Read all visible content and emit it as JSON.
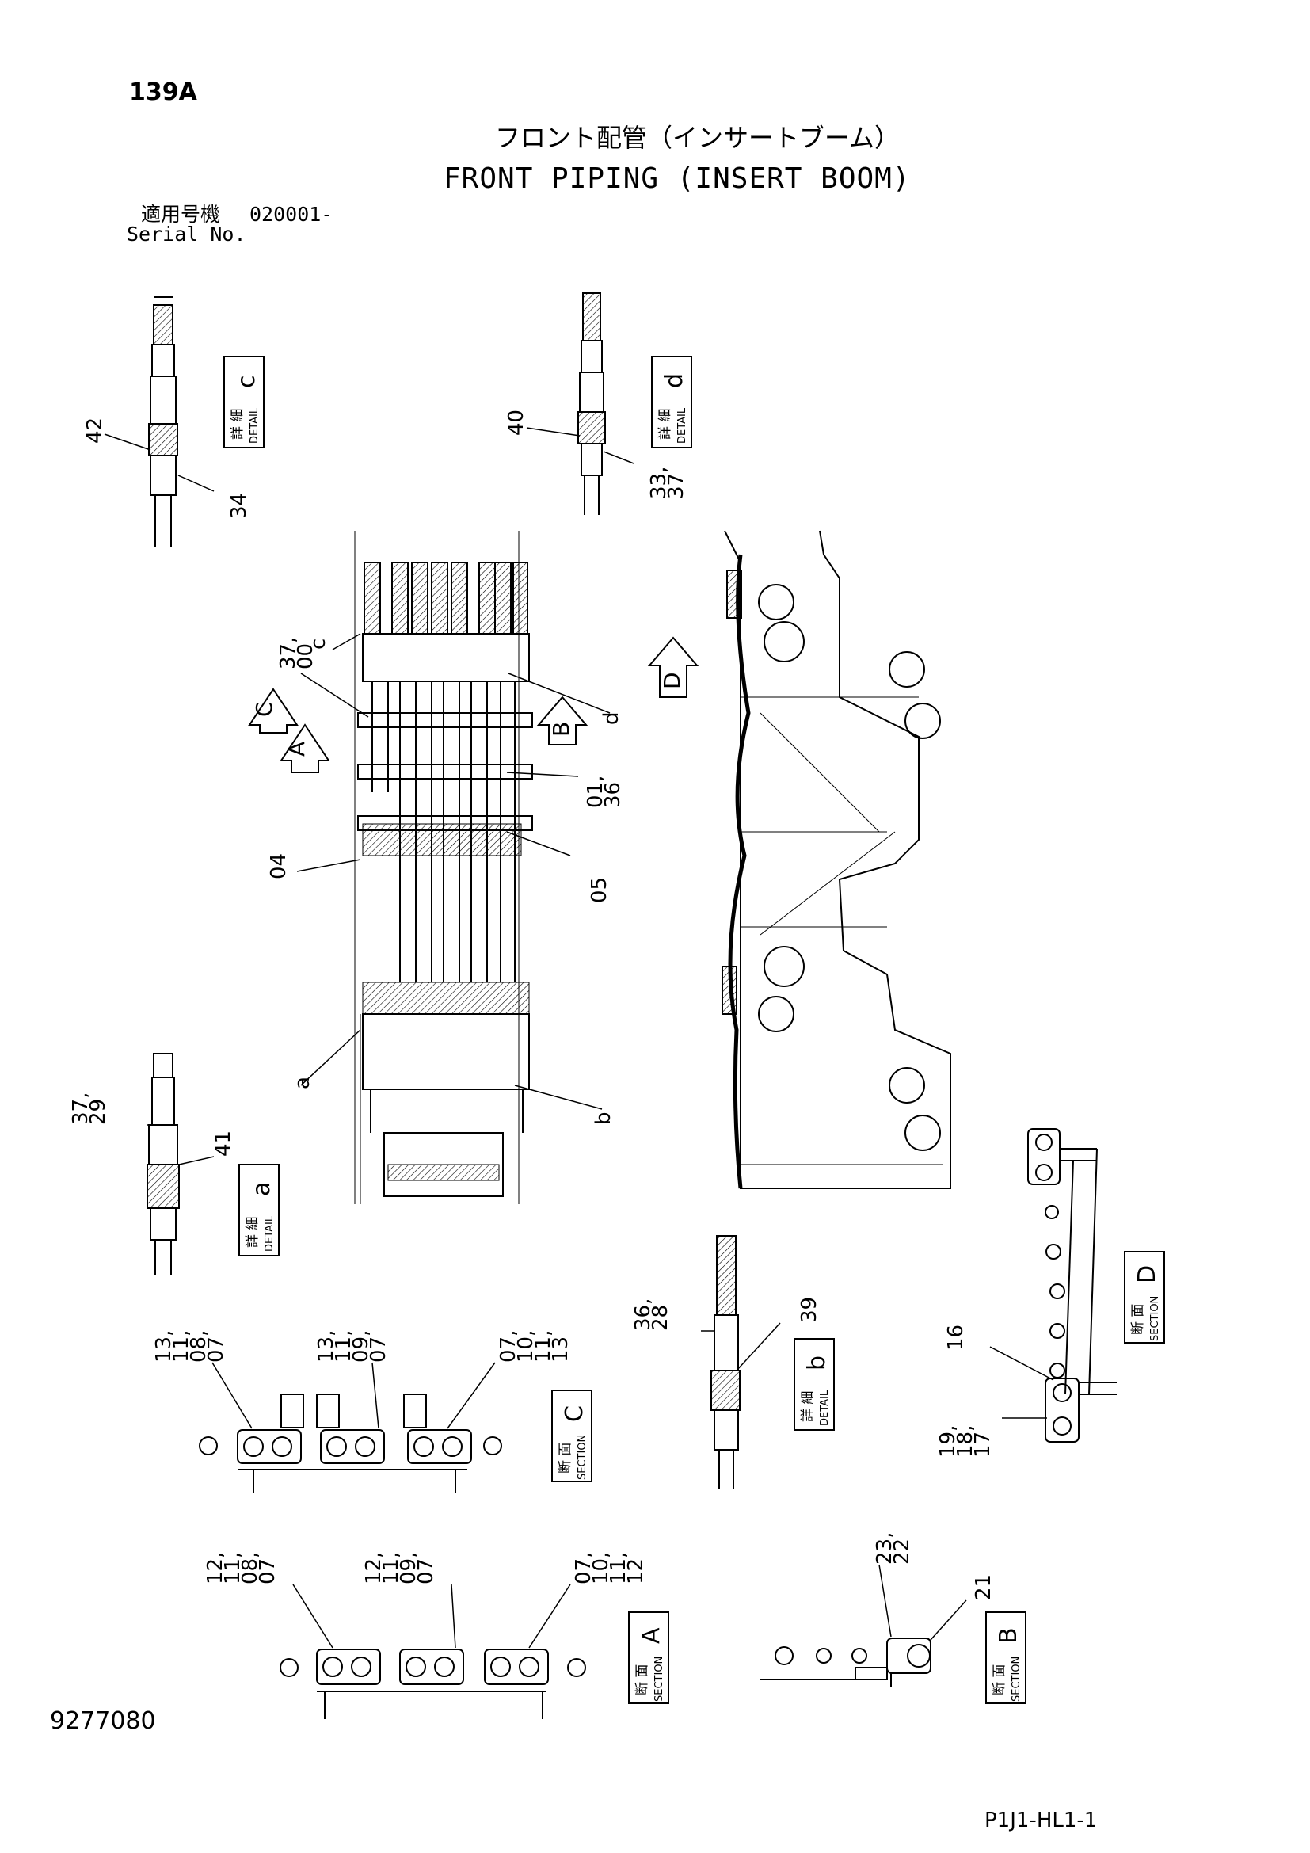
{
  "header": {
    "page_number": "139A",
    "title_jp": "フロント配管（インサートブーム）",
    "title_en": "FRONT PIPING (INSERT BOOM)",
    "serial_label_jp": "適用号機",
    "serial_value": "020001-",
    "serial_label_en": "Serial No."
  },
  "footer": {
    "document_number": "9277080",
    "sheet_code": "P1J1-HL1-1"
  },
  "views": {
    "detail_c": {
      "jp": "詳 細",
      "en": "DETAIL",
      "letter": "c"
    },
    "detail_d": {
      "jp": "詳 細",
      "en": "DETAIL",
      "letter": "d"
    },
    "detail_a": {
      "jp": "詳 細",
      "en": "DETAIL",
      "letter": "a"
    },
    "detail_b": {
      "jp": "詳 細",
      "en": "DETAIL",
      "letter": "b"
    },
    "section_c": {
      "jp": "断 面",
      "en": "SECTION",
      "letter": "C"
    },
    "section_d": {
      "jp": "断 面",
      "en": "SECTION",
      "letter": "D"
    },
    "section_a": {
      "jp": "断 面",
      "en": "SECTION",
      "letter": "A"
    },
    "section_b": {
      "jp": "断 面",
      "en": "SECTION",
      "letter": "B"
    }
  },
  "view_arrows": {
    "c": "C",
    "a": "A",
    "b": "B",
    "d": "D"
  },
  "callout_refs": {
    "r42": "42",
    "r34": "34",
    "r40": "40",
    "r33_37": "33\n37",
    "r37_00": "37\n00",
    "rc": "c",
    "rd": "d",
    "r01_36": "01\n36",
    "r04": "04",
    "r05": "05",
    "ra": "a",
    "rb": "b",
    "r37_29": "37\n29",
    "r41": "41",
    "r36_28": "36\n28",
    "r39": "39",
    "r13_11_08_07": "13\n11\n08\n07",
    "r13_11_09_07": "13\n11\n09\n07",
    "r07_10_11_13": "07\n10\n11\n13",
    "r16": "16",
    "r19_18_17": "19\n18\n17",
    "r12_11_08_07": "12\n11\n08\n07",
    "r12_11_09_07": "12\n11\n09\n07",
    "r07_10_11_12": "07\n10\n11\n12",
    "r23_22": "23\n22",
    "r21": "21"
  }
}
